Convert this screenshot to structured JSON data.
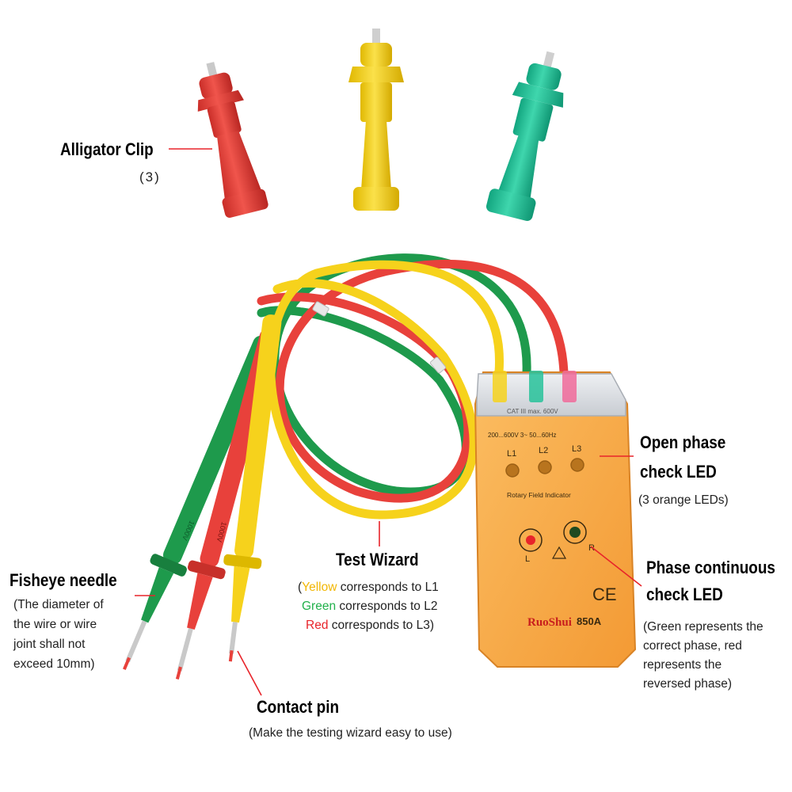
{
  "colors": {
    "red": "#e8413b",
    "yellow": "#f6d21c",
    "green": "#1e9a4c",
    "teal": "#27c29a",
    "device_orange": "#f7a94a",
    "callout_red": "#e8242a"
  },
  "labels": {
    "alligator": {
      "title": "Alligator Clip",
      "count": "(3)"
    },
    "open_phase": {
      "title_line1": "Open phase",
      "title_line2": "check LED",
      "note": "(3 orange LEDs)"
    },
    "test_wizard": {
      "title": "Test Wizard",
      "open_paren": "(",
      "yellow_word": "Yellow",
      "yellow_rest": " corresponds to L1",
      "green_word": "Green",
      "green_rest": " corresponds to L2",
      "red_word": "Red",
      "red_rest": " corresponds to L3)"
    },
    "fisheye": {
      "title": "Fisheye needle",
      "lines": [
        "(The diameter of",
        "the wire or wire",
        "joint shall not",
        "exceed 10mm)"
      ]
    },
    "phase_continuous": {
      "title_line1": "Phase continuous",
      "title_line2": "check LED",
      "lines": [
        "(Green represents the",
        "correct phase, red",
        "represents the",
        "reversed phase)"
      ]
    },
    "contact_pin": {
      "title": "Contact pin",
      "note": "(Make the testing wizard easy to use)"
    }
  },
  "device": {
    "rating_line1": "CAT III max. 600V",
    "rating_line2": "200...600V 3~ 50...60Hz",
    "led_l1": "L1",
    "led_l2": "L2",
    "led_l3": "L3",
    "panel_text": "Rotary Field Indicator",
    "dir_left": "L",
    "dir_right": "R",
    "ce_mark": "CE",
    "brand": "RuoShui",
    "model": "850A"
  },
  "probes": {
    "rating_text": "1000V"
  }
}
